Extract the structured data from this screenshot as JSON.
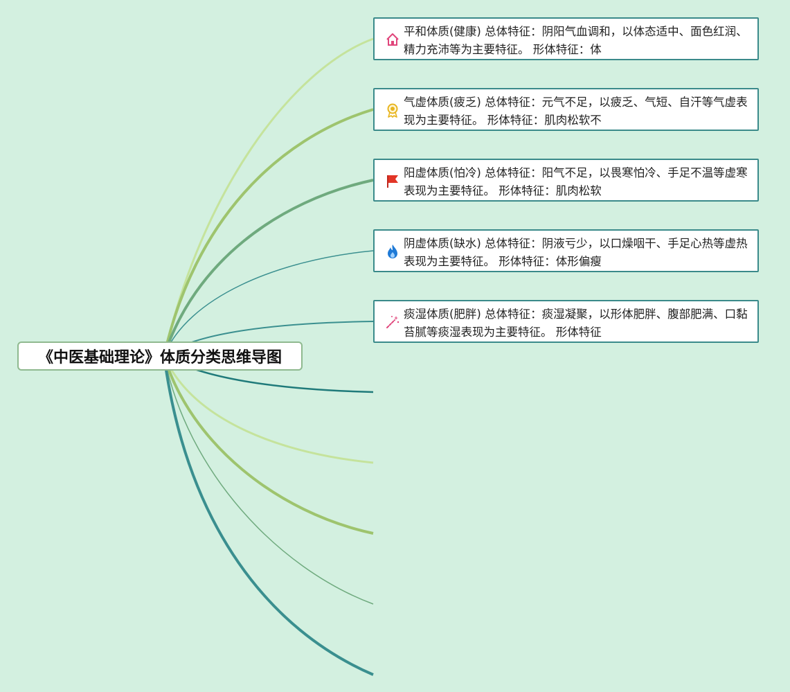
{
  "root": {
    "title": "《中医基础理论》体质分类思维导图"
  },
  "nodes": [
    {
      "icon": "home-icon",
      "text": "平和体质(健康) 总体特征：阴阳气血调和，以体态适中、面色红润、精力充沛等为主要特征。 形体特征：体"
    },
    {
      "icon": "award-medal-icon",
      "text": "气虚体质(疲乏) 总体特征：元气不足，以疲乏、气短、自汗等气虚表现为主要特征。 形体特征：肌肉松软不"
    },
    {
      "icon": "red-flag-icon",
      "text": "阳虚体质(怕冷) 总体特征：阳气不足，以畏寒怕冷、手足不温等虚寒表现为主要特征。 形体特征：肌肉松软"
    },
    {
      "icon": "flame-icon",
      "text": "阴虚体质(缺水) 总体特征：阴液亏少，以口燥咽干、手足心热等虚热表现为主要特征。 形体特征：体形偏瘦"
    },
    {
      "icon": "magic-wand-icon",
      "text": "痰湿体质(肥胖) 总体特征：痰湿凝聚，以形体肥胖、腹部肥满、口黏苔腻等痰湿表现为主要特征。 形体特征"
    }
  ],
  "colors": {
    "background": "#d3f0e0",
    "node_border": "#3a8a8a",
    "branch_light_green": "#c5e39c",
    "branch_green": "#9ec46e",
    "branch_sage": "#6faa7e",
    "branch_teal": "#3a8f8f",
    "branch_dark_teal": "#1f7a7a"
  }
}
